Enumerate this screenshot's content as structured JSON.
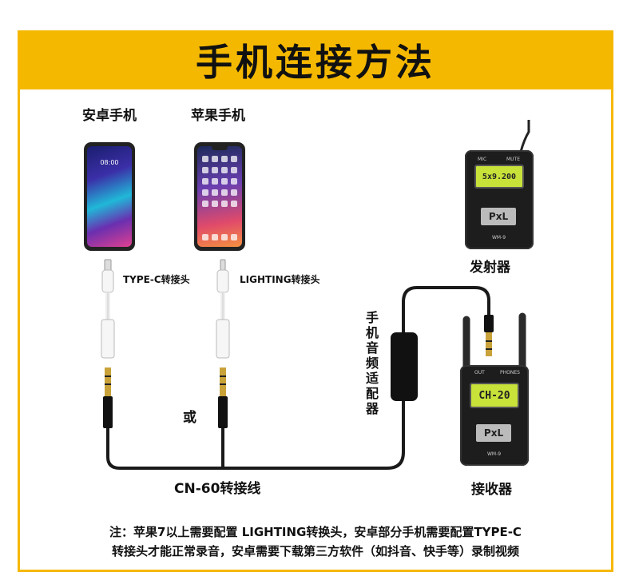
{
  "title": "手机连接方法",
  "android_label": "安卓手机",
  "apple_label": "苹果手机",
  "android_clock": "08:00",
  "typec_label": "TYPE-C转接头",
  "lighting_label": "LIGHTING转接头",
  "or_label": "或",
  "cable_label": "CN-60转接线",
  "adapter_label": "手机音频适配器",
  "transmitter": {
    "name": "发射器",
    "mic": "MIC",
    "mute": "MUTE",
    "lcd": "5x9.200",
    "brand": "PxL",
    "model": "WM-9"
  },
  "receiver": {
    "name": "接收器",
    "out": "OUT",
    "phones": "PHONES",
    "lcd": "CH-20",
    "brand": "PxL",
    "model": "WM-9"
  },
  "note_line1": "注：苹果7以上需要配置 LIGHTING转换头，安卓部分手机需要配置TYPE-C",
  "note_line2": "转接头才能正常录音，安卓需要下载第三方软件（如抖音、快手等）录制视频",
  "colors": {
    "accent": "#f5b800",
    "lcd": "#c8e23a"
  }
}
